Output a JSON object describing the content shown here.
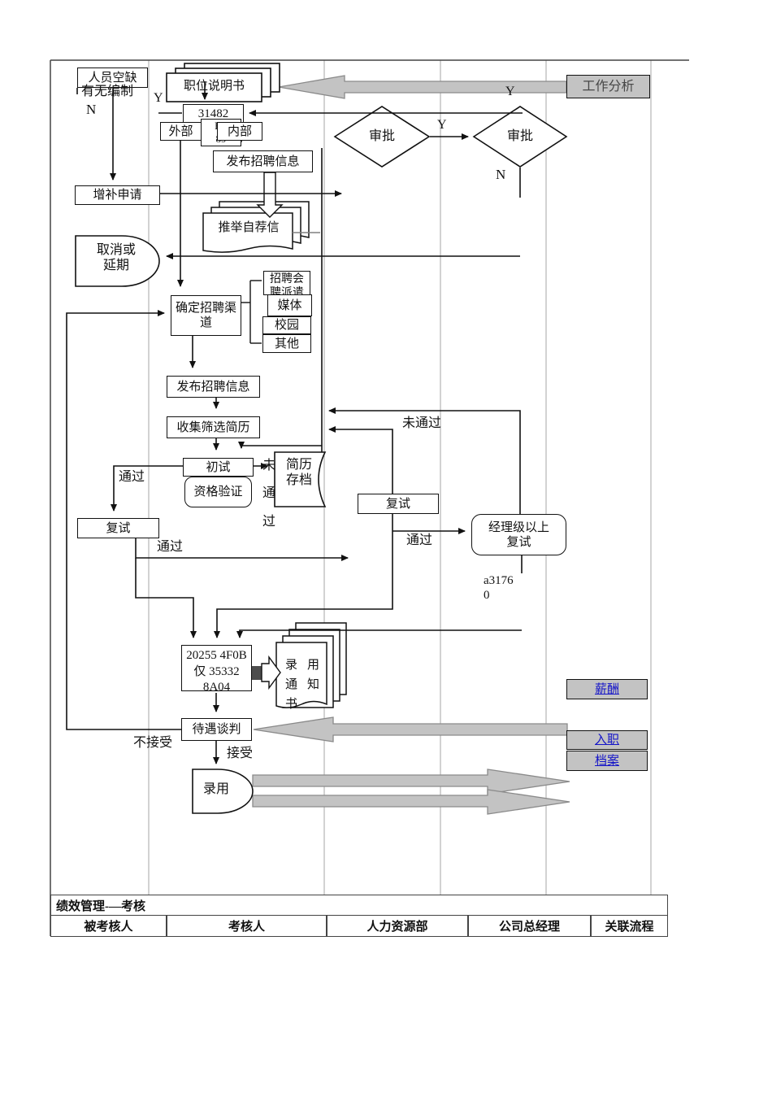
{
  "colors": {
    "accent_gray": "#c3c3c3",
    "link_blue": "#1414c8",
    "lane_gray": "#a6a6a6",
    "line_black": "#111111"
  },
  "nodes": {
    "vacancy_l1": "人员空缺",
    "vacancy_l2": "有无编制",
    "job_desc": "职位说明书",
    "code_box": "31482",
    "frag1": "FA",
    "frag2": "89",
    "external": "外部",
    "internal": "内部",
    "publish_top": "发布招聘信息",
    "supplement": "增补申请",
    "cancel_l1": "取消或",
    "cancel_l2": "延期",
    "recommend": "推举自荐信",
    "approve_left": "审批",
    "approve_right": "审批",
    "job_analysis": "工作分析",
    "channel": "确定招聘渠道",
    "channel_fair": "招聘会",
    "channel_fair_hidden": "聘派遣",
    "channel_media": "媒体",
    "channel_campus": "校园",
    "channel_other": "其他",
    "publish_mid": "发布招聘信息",
    "collect": "收集筛选简历",
    "first_interview": "初试",
    "qualification": "资格验证",
    "resume_l1": "简历",
    "resume_l2": "存档",
    "second_interview_left": "复试",
    "second_interview_right": "复试",
    "manager_l1": "经理级以上",
    "manager_l2": "复试",
    "code2_l1": "a3176",
    "code2_l2": "0",
    "offer_l1": "20255 4F0B",
    "offer_l2": "仅 35332",
    "offer_l3": "8A04",
    "notice_c1": "录",
    "notice_c2": "用",
    "notice_c3": "通",
    "notice_c4": "知",
    "notice_c5": "书",
    "negotiate": "待遇谈判",
    "hire": "录用",
    "salary_link": "薪酬",
    "onboard_link": "入职",
    "archive_link": "档案"
  },
  "labels": {
    "n1": "N",
    "y1": "Y",
    "y2": "Y",
    "y3": "Y",
    "n2": "N",
    "pass_left": "通过",
    "pass_bottom": "通过",
    "pass_mgr": "通过",
    "fail_vertical": "未通过",
    "fail_top": "未通过",
    "reject": "不接受",
    "accept": "接受"
  },
  "footer": {
    "title": "绩效管理-—考核",
    "columns": [
      "被考核人",
      "考核人",
      "人力资源部",
      "公司总经理",
      "关联流程"
    ]
  }
}
